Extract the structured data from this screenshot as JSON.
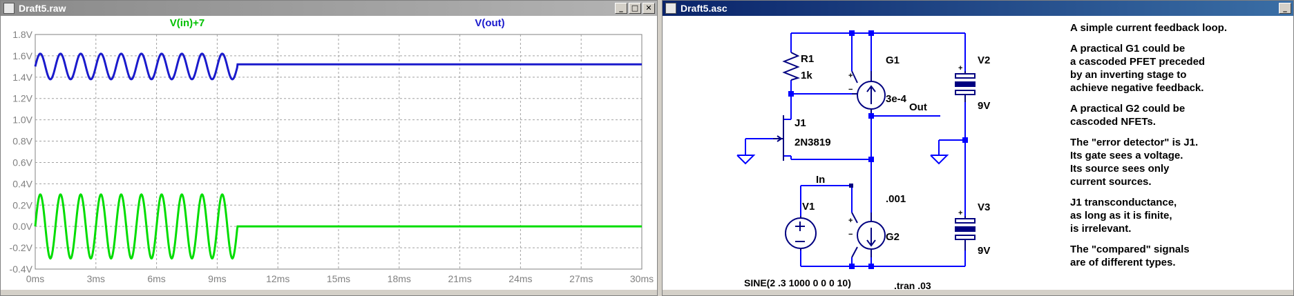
{
  "waveform_window": {
    "title": "Draft5.raw",
    "controls": [
      "_",
      "□",
      "✕"
    ]
  },
  "schematic_window": {
    "title": "Draft5.asc",
    "controls": [
      "_"
    ]
  },
  "chart_data": {
    "type": "line",
    "x_tick_labels": [
      "0ms",
      "3ms",
      "6ms",
      "9ms",
      "12ms",
      "15ms",
      "18ms",
      "21ms",
      "24ms",
      "27ms",
      "30ms"
    ],
    "y_tick_labels": [
      "1.8V",
      "1.6V",
      "1.4V",
      "1.2V",
      "1.0V",
      "0.8V",
      "0.6V",
      "0.4V",
      "0.2V",
      "0.0V",
      "-0.2V",
      "-0.4V"
    ],
    "xlim": [
      0,
      30
    ],
    "ylim": [
      -0.4,
      1.8
    ],
    "x_unit": "ms",
    "y_unit": "V",
    "grid": true,
    "series": [
      {
        "name": "V(in)+7",
        "color": "#00dd00",
        "center": 0.0,
        "amplitude": 0.3,
        "freq_hz": 1000,
        "stop_ms": 10,
        "settle": 0.0
      },
      {
        "name": "V(out)",
        "color": "#1a1acc",
        "center": 1.5,
        "amplitude": 0.12,
        "freq_hz": 1000,
        "stop_ms": 10,
        "settle": 1.52
      }
    ]
  },
  "schematic": {
    "labels": {
      "r1": "R1",
      "r1_value": "1k",
      "g1": "G1",
      "g1_value": "3e-4",
      "out": "Out",
      "j1": "J1",
      "j1_model": "2N3819",
      "in": "In",
      "v1": "V1",
      "v1_value": "SINE(2 .3 1000 0 0 0 10)",
      "g2": "G2",
      "g2_value": ".001",
      "v2": "V2",
      "v2_value": "9V",
      "v3": "V3",
      "v3_value": "9V",
      "directive": ".tran .03",
      "plus": "+",
      "minus": "−"
    },
    "colors": {
      "wire": "#0000ff",
      "component": "#000080",
      "junction": "#0000ff"
    }
  },
  "notes": [
    {
      "lines": [
        "A simple current feedback loop."
      ]
    },
    {
      "lines": [
        "A practical G1 could be",
        "a cascoded PFET preceded",
        "by an inverting stage to",
        "achieve negative feedback."
      ]
    },
    {
      "lines": [
        "A practical G2 could be",
        "cascoded NFETs."
      ]
    },
    {
      "lines": [
        "The \"error detector\" is J1.",
        "Its gate sees a voltage.",
        "Its source sees only",
        "current sources."
      ]
    },
    {
      "lines": [
        "J1 transconductance,",
        "as long as it is finite,",
        "is irrelevant."
      ]
    },
    {
      "lines": [
        "The \"compared\" signals",
        "are of different types."
      ]
    }
  ]
}
